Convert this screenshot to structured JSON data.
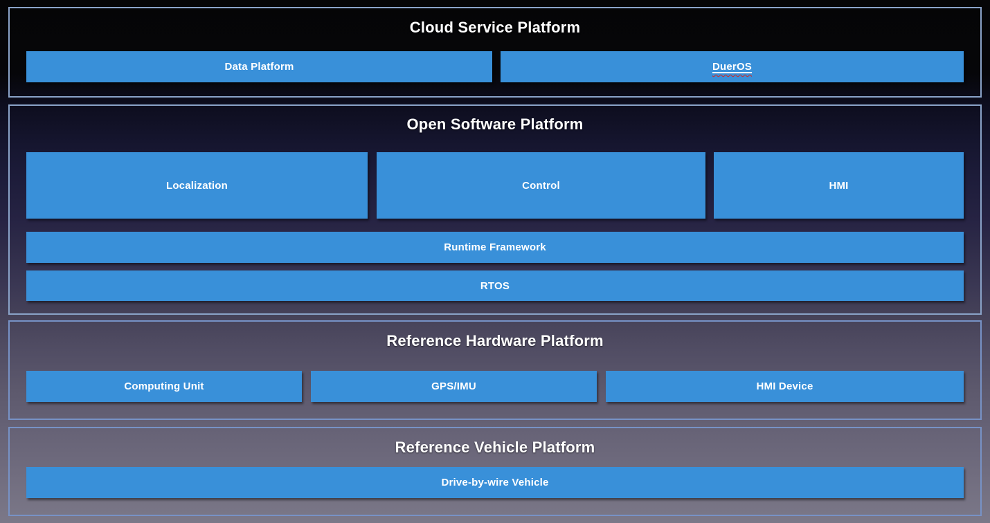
{
  "diagram": {
    "colors": {
      "box_blue": "#3990d9",
      "border_upper_sections": "#8aa3c8",
      "border_lower_sections": "#7792c6",
      "title_text": "#ffffff",
      "background_top": "#050506",
      "background_bottom": "#7b7888",
      "spellcheck_underline": "#d7241d"
    },
    "sections": [
      {
        "title": "Cloud Service Platform",
        "boxes": [
          {
            "label": "Data Platform"
          },
          {
            "label": "DuerOS",
            "underline": true,
            "spellcheck_squiggle": true
          }
        ]
      },
      {
        "title": "Open Software Platform",
        "boxes": [
          {
            "label": "Localization"
          },
          {
            "label": "Control"
          },
          {
            "label": "HMI"
          },
          {
            "label": "Runtime Framework"
          },
          {
            "label": "RTOS"
          }
        ]
      },
      {
        "title": "Reference Hardware Platform",
        "boxes": [
          {
            "label": "Computing Unit"
          },
          {
            "label": "GPS/IMU"
          },
          {
            "label": "HMI Device"
          }
        ]
      },
      {
        "title": "Reference Vehicle Platform",
        "boxes": [
          {
            "label": "Drive-by-wire Vehicle"
          }
        ]
      }
    ]
  }
}
